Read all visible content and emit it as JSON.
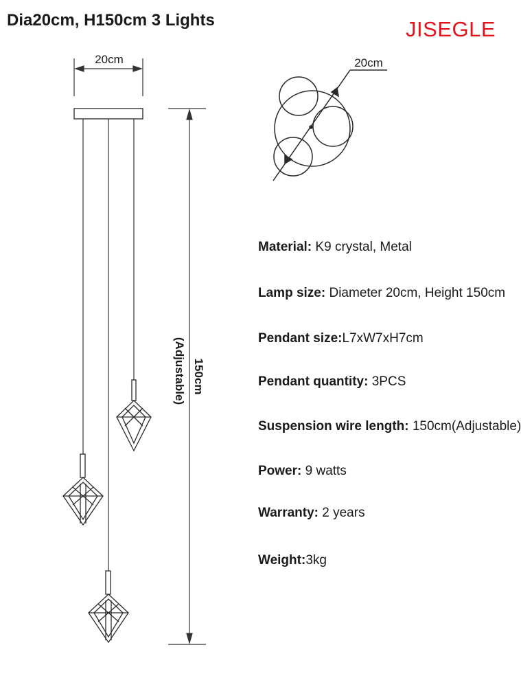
{
  "header": {
    "title": "Dia20cm, H150cm  3 Lights",
    "brand": "JISEGLE",
    "brand_color": "#e1141c"
  },
  "drawing": {
    "width_label": "20cm",
    "height_label": "150cm",
    "adjustable_label": "(Adjustable)",
    "top_view_label": "20cm"
  },
  "specs": [
    {
      "label": "Material:",
      "value": " K9 crystal, Metal"
    },
    {
      "label": "Lamp size:",
      "value": " Diameter 20cm, Height 150cm"
    },
    {
      "label": "Pendant size:",
      "value": "L7xW7xH7cm"
    },
    {
      "label": "Pendant quantity:",
      "value": " 3PCS"
    },
    {
      "label": "Suspension wire length:",
      "value": " 150cm(Adjustable)"
    },
    {
      "label": "Power:",
      "value": "  9 watts"
    },
    {
      "label": "Warranty:",
      "value": " 2 years"
    },
    {
      "label": "Weight:",
      "value": "3kg"
    }
  ]
}
